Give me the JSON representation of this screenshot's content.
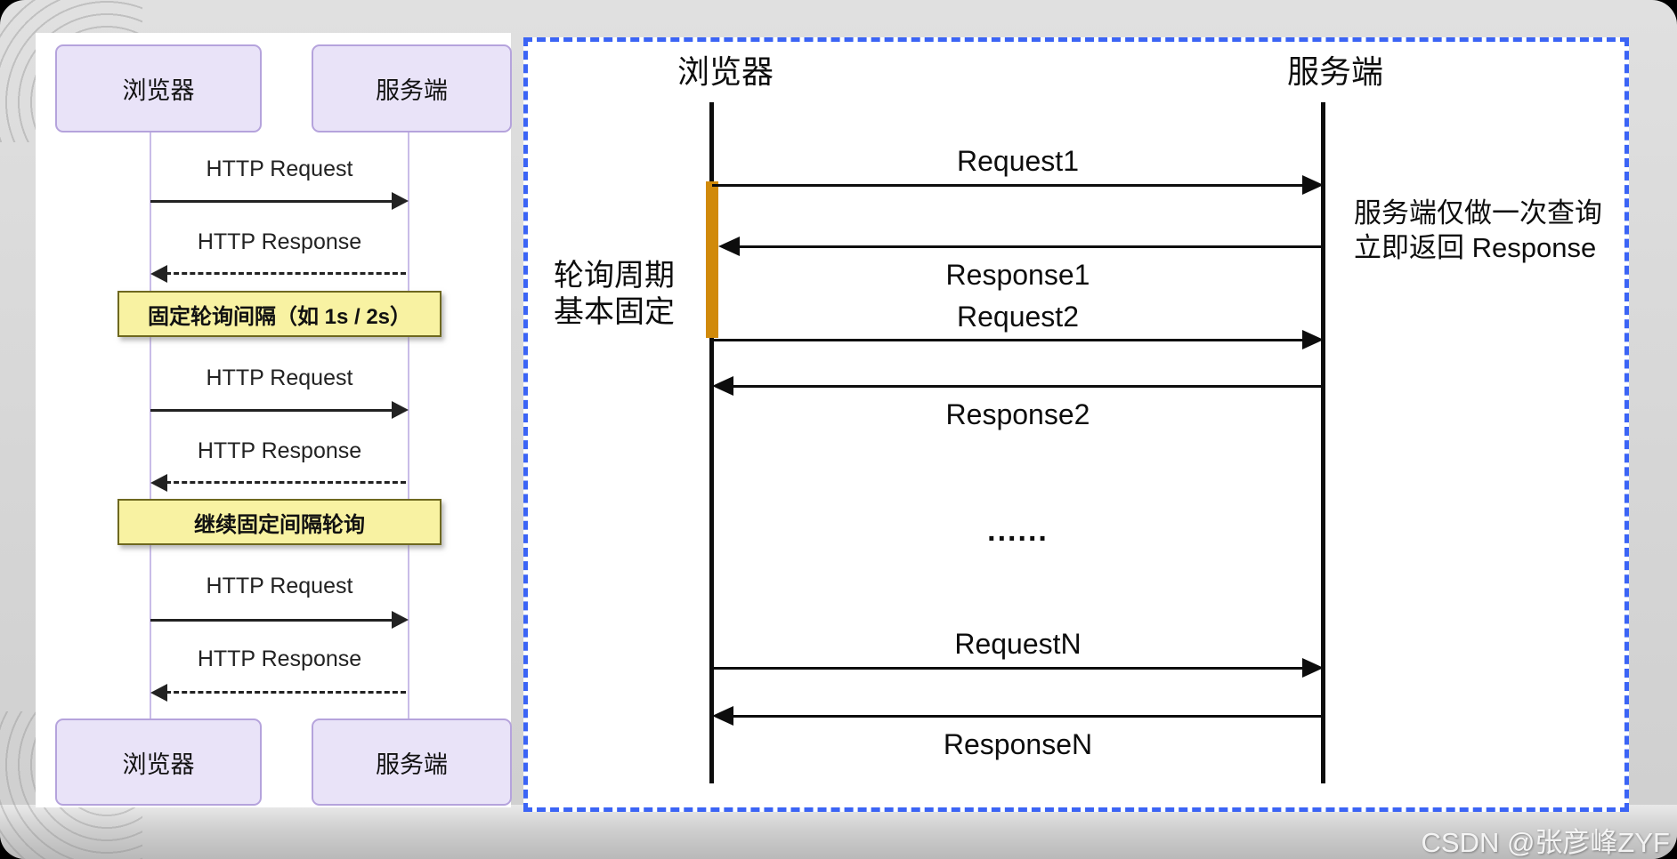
{
  "watermark": "CSDN @张彦峰ZYF",
  "left_diagram": {
    "actor_top_left": "浏览器",
    "actor_top_right": "服务端",
    "actor_bottom_left": "浏览器",
    "actor_bottom_right": "服务端",
    "messages": [
      {
        "label": "HTTP Request",
        "style": "solid",
        "direction": "right"
      },
      {
        "label": "HTTP Response",
        "style": "dashed",
        "direction": "left"
      },
      {
        "label": "HTTP Request",
        "style": "solid",
        "direction": "right"
      },
      {
        "label": "HTTP Response",
        "style": "dashed",
        "direction": "left"
      },
      {
        "label": "HTTP Request",
        "style": "solid",
        "direction": "right"
      },
      {
        "label": "HTTP Response",
        "style": "dashed",
        "direction": "left"
      }
    ],
    "notes": [
      {
        "text": "固定轮询间隔（如 1s / 2s）"
      },
      {
        "text": "继续固定间隔轮询"
      }
    ]
  },
  "right_diagram": {
    "actor_left": "浏览器",
    "actor_right": "服务端",
    "messages": [
      {
        "label": "Request1",
        "direction": "right"
      },
      {
        "label": "Response1",
        "direction": "left"
      },
      {
        "label": "Request2",
        "direction": "right"
      },
      {
        "label": "Response2",
        "direction": "left"
      },
      {
        "label": "RequestN",
        "direction": "right"
      },
      {
        "label": "ResponseN",
        "direction": "left"
      }
    ],
    "ellipsis": "......",
    "annotation_left": {
      "line1": "轮询周期",
      "line2": "基本固定"
    },
    "annotation_right": {
      "line1": "服务端仅做一次查询",
      "line2": "立即返回 Response"
    }
  },
  "colors": {
    "accent_blue_border": "#3b64f5",
    "note_yellow_fill": "#f8f2a2",
    "note_yellow_border": "#6e681f",
    "actor_fill": "#e9e3f8",
    "actor_border": "#b5a3dc",
    "lifeline_purple": "#c9bce8",
    "activation_orange": "#d18a0a"
  }
}
